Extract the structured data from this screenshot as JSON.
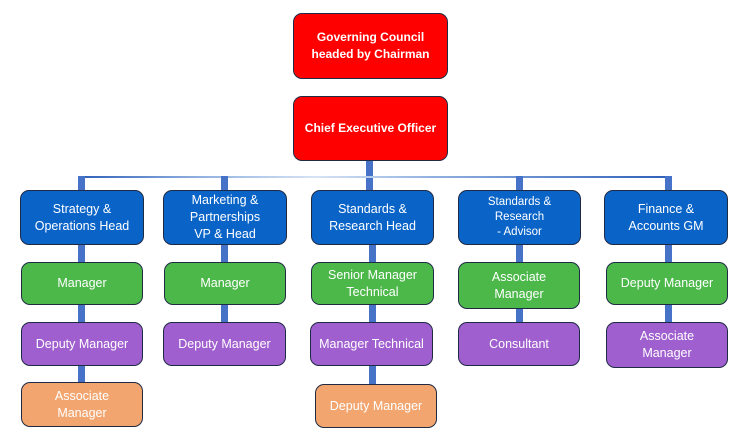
{
  "title": "Organization Chart",
  "colors": {
    "executive": "#ff0000",
    "head": "#0a64c8",
    "level2": "#4cb84a",
    "level3": "#a05fce",
    "level4": "#f2a56e",
    "connector": "#4673c8"
  },
  "top": {
    "governing_council": "Governing Council\nheaded by Chairman",
    "ceo": "Chief Executive Officer"
  },
  "departments": [
    {
      "head": "Strategy &\nOperations Head",
      "levels": [
        "Manager",
        "Deputy Manager",
        "Associate\nManager"
      ]
    },
    {
      "head": "Marketing &\nPartnerships\nVP & Head",
      "levels": [
        "Manager",
        "Deputy Manager"
      ]
    },
    {
      "head": "Standards &\nResearch Head",
      "levels": [
        "Senior Manager\nTechnical",
        "Manager Technical",
        "Deputy Manager"
      ]
    },
    {
      "head": "Standards &\nResearch\n- Advisor",
      "levels": [
        "Associate\nManager",
        "Consultant"
      ]
    },
    {
      "head": "Finance &\nAccounts GM",
      "levels": [
        "Deputy Manager",
        "Associate\nManager"
      ]
    }
  ]
}
